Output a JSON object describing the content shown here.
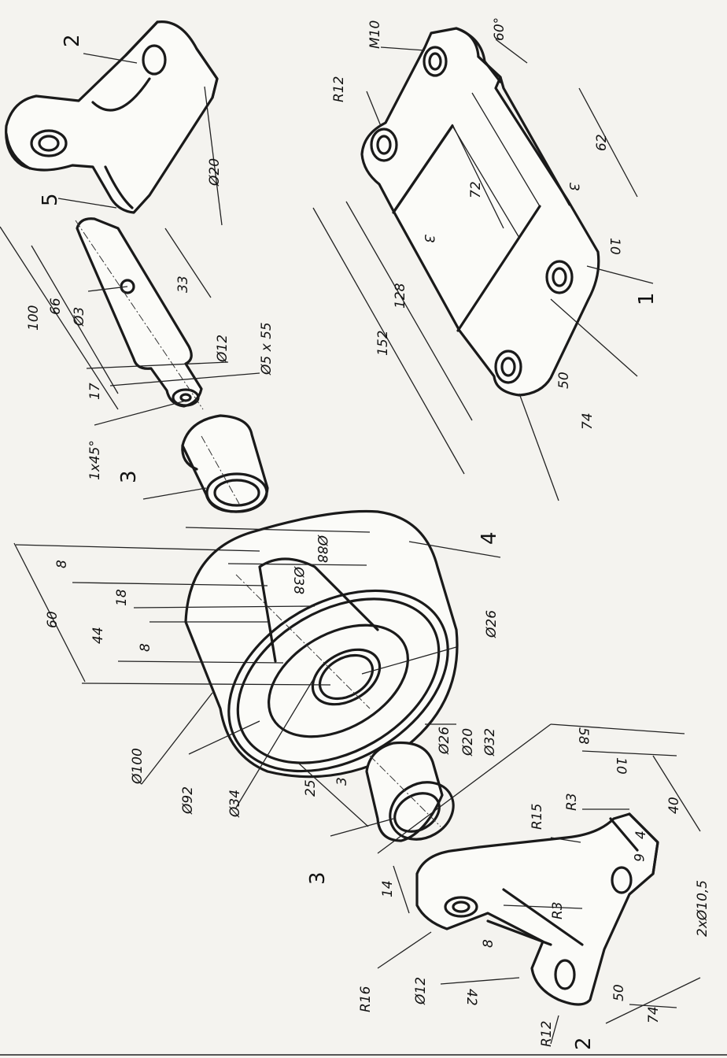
{
  "parts": {
    "base_plate": "1",
    "bracket_top": "2",
    "bracket_bottom": "2",
    "bushing_upper": "3",
    "bushing_lower": "3",
    "roller": "4",
    "shaft": "5"
  },
  "dims": {
    "plate_m10": "M10",
    "plate_r12": "R12",
    "plate_60deg": "60°",
    "plate_62": "62",
    "plate_72": "72",
    "plate_3a": "3",
    "plate_3b": "3",
    "plate_10": "10",
    "plate_152": "152",
    "plate_128": "128",
    "plate_50": "50",
    "plate_74": "74",
    "shaft_100": "100",
    "shaft_66": "66",
    "shaft_d3": "Ø3",
    "shaft_33": "33",
    "shaft_d20": "Ø20",
    "shaft_d12": "Ø12",
    "shaft_thread": "Ø5 x 55",
    "shaft_17": "17",
    "shaft_chamfer": "1x45°",
    "roller_60": "60",
    "roller_8a": "8",
    "roller_18": "18",
    "roller_44": "44",
    "roller_8b": "8",
    "roller_d88": "Ø88",
    "roller_d38": "Ø38",
    "roller_d26": "Ø26",
    "roller_d100": "Ø100",
    "roller_d92": "Ø92",
    "roller_d34": "Ø34",
    "bush_25": "25",
    "bush_3": "3",
    "bush_d26": "Ø26",
    "bush_d20": "Ø20",
    "bush_d32": "Ø32",
    "br_58": "58",
    "br_10": "10",
    "br_r3a": "R3",
    "br_r15": "R15",
    "br_40": "40",
    "br_4": "4",
    "br_6": "6",
    "br_holes": "2xØ10,5",
    "br_14": "14",
    "br_r3b": "R3",
    "br_8": "8",
    "br_r16": "R16",
    "br_d12": "Ø12",
    "br_42": "42",
    "br_50": "50",
    "br_74": "74",
    "br_r12": "R12"
  }
}
